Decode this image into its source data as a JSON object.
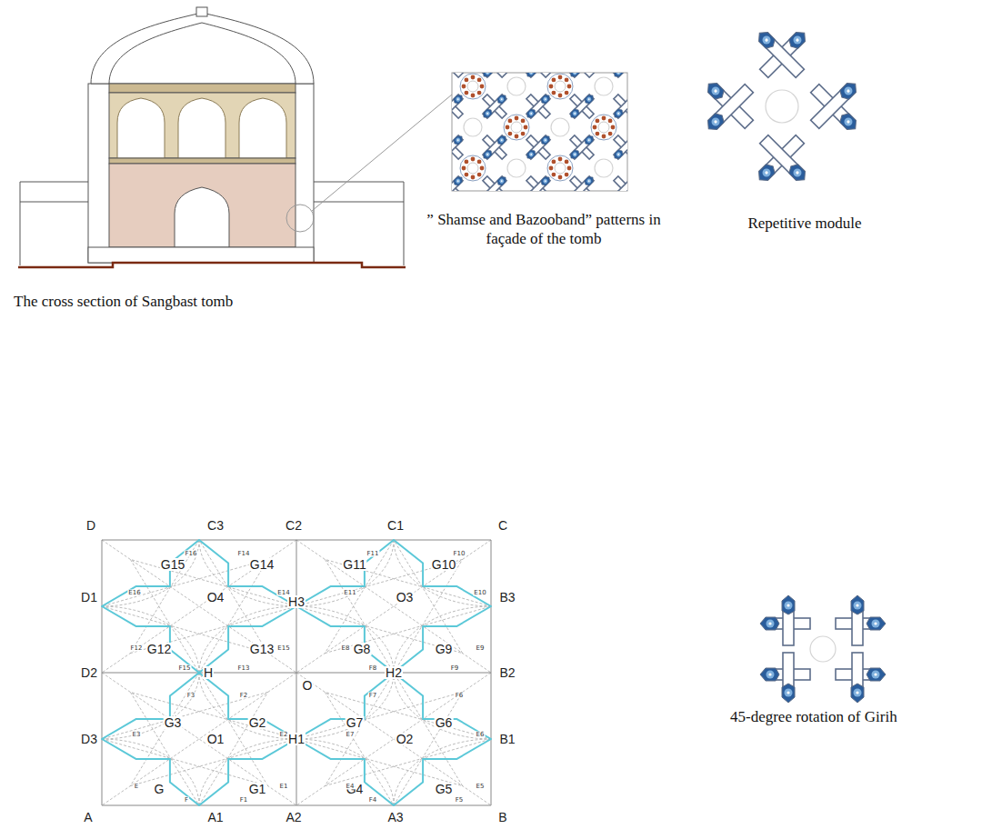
{
  "diagram": {
    "labels": [
      "The cross section of Sangbast tomb",
      "” Shamse and Bazooband” patterns in façade of the tomb",
      "Repetitive module",
      "45-degree rotation of Girih",
      "D",
      "C3",
      "C2",
      "C1",
      "C",
      "D1",
      "B3",
      "D2",
      "B2",
      "D3",
      "B1",
      "A",
      "A1",
      "A2",
      "A3",
      "B",
      "O",
      "O1",
      "O2",
      "O3",
      "O4",
      "H",
      "H1",
      "H2",
      "H3",
      "G",
      "G1",
      "G2",
      "G3",
      "G4",
      "G5",
      "G6",
      "G7",
      "G8",
      "G9",
      "G10",
      "G11",
      "G12",
      "G13",
      "G14",
      "G15",
      "F",
      "F1",
      "F2",
      "F3",
      "F4",
      "F5",
      "F6",
      "F7",
      "F8",
      "F9",
      "F10",
      "F11",
      "F12",
      "F13",
      "F14",
      "F15",
      "F16",
      "E",
      "E1",
      "E2",
      "E3",
      "E4",
      "E5",
      "E6",
      "E7",
      "E8",
      "E9",
      "E10",
      "E11",
      "E14",
      "E15",
      "E16"
    ]
  }
}
